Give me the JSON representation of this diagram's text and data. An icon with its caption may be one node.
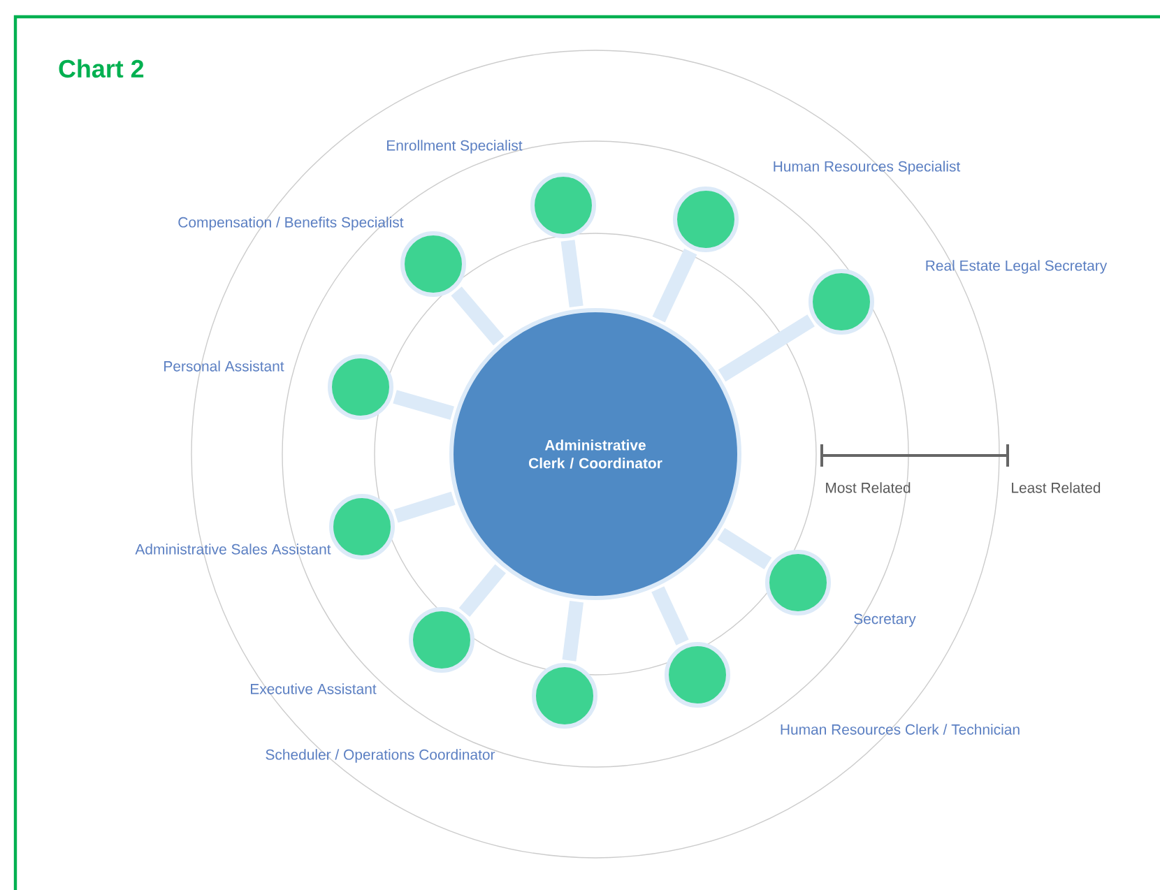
{
  "diagram": {
    "title": "Chart 2",
    "nodes": [
      {
        "text": [
          "Administrative Clerk / Coordinator"
        ]
      },
      {
        "text": [],
        "shape": "circle",
        "beside": [
          "Enrollment Specialist"
        ]
      },
      {
        "text": [],
        "shape": "circle",
        "beside": [
          "Human Resources Specialist"
        ]
      },
      {
        "text": [],
        "shape": "circle",
        "beside": [
          "Compensation / Benefits Specialist"
        ]
      },
      {
        "text": [],
        "shape": "circle",
        "beside": [
          "Real Estate Legal Secretary"
        ]
      },
      {
        "text": [],
        "shape": "circle",
        "beside": [
          "Personal Assistant"
        ]
      },
      {
        "text": [],
        "shape": "circle",
        "beside": [
          "Administrative Sales Assistant"
        ]
      },
      {
        "text": [],
        "shape": "circle",
        "beside": [
          "Secretary"
        ]
      },
      {
        "text": [],
        "shape": "circle",
        "beside": [
          "Executive Assistant"
        ]
      },
      {
        "text": [],
        "shape": "circle",
        "beside": [
          "Human Resources Clerk / Technician"
        ]
      },
      {
        "text": [],
        "shape": "circle",
        "beside": [
          "Scheduler / Operations Coordinator"
        ]
      }
    ],
    "edges": [
      {
        "from": 0,
        "to": 1,
        "arrow": "none"
      },
      {
        "from": 0,
        "to": 2,
        "arrow": "none"
      },
      {
        "from": 0,
        "to": 3,
        "arrow": "none"
      },
      {
        "from": 0,
        "to": 4,
        "arrow": "none"
      },
      {
        "from": 0,
        "to": 5,
        "arrow": "none"
      },
      {
        "from": 0,
        "to": 6,
        "arrow": "none"
      },
      {
        "from": 0,
        "to": 7,
        "arrow": "none"
      },
      {
        "from": 0,
        "to": 8,
        "arrow": "none"
      },
      {
        "from": 0,
        "to": 9,
        "arrow": "none"
      },
      {
        "from": 0,
        "to": 10,
        "arrow": "none"
      }
    ],
    "labels": [
      "Most Related",
      "Least Related"
    ]
  }
}
